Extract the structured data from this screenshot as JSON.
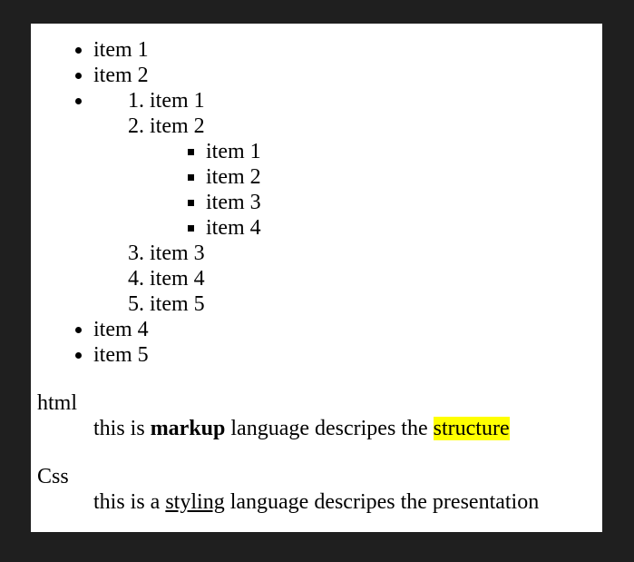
{
  "outer_list": {
    "item1": "item 1",
    "item2": "item 2",
    "item4": "item 4",
    "item5": "item 5"
  },
  "ordered_list": {
    "item1": "item 1",
    "item2": "item 2",
    "item3": "item 3",
    "item4": "item 4",
    "item5": "item 5"
  },
  "square_list": {
    "item1": "item 1",
    "item2": "item 2",
    "item3": "item 3",
    "item4": "item 4"
  },
  "definitions": {
    "html": {
      "term": "html",
      "pre": "this is ",
      "bold": "markup",
      "mid": " language descripes the ",
      "highlight": "structure"
    },
    "css": {
      "term": "Css",
      "pre": "this is a ",
      "underlined": "styling",
      "post": " language descripes the presentation"
    }
  },
  "colors": {
    "background": "#1f1f1f",
    "page": "#ffffff",
    "highlight": "#ffff00"
  }
}
